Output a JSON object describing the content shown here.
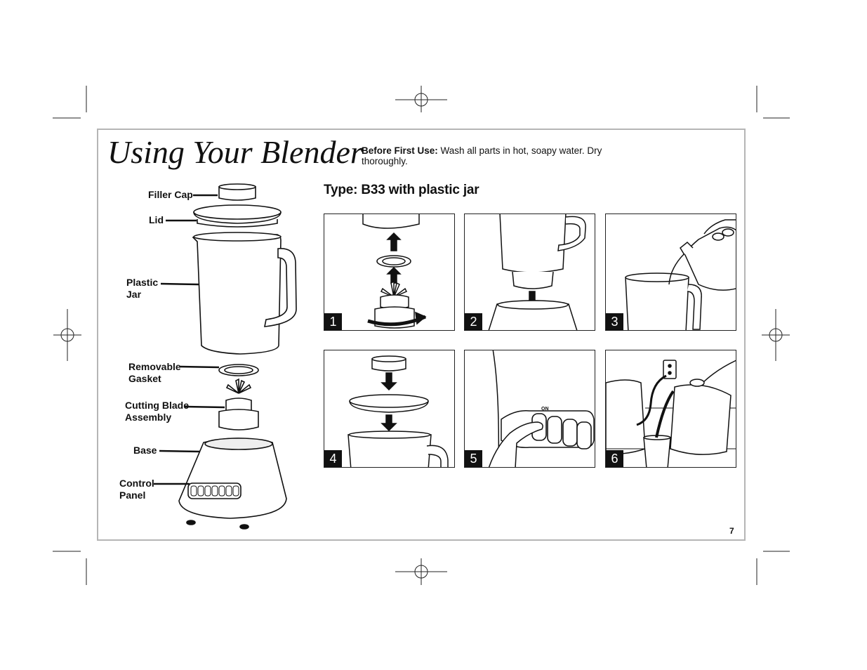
{
  "title": "Using Your Blender",
  "intro": {
    "bold": "Before First Use:",
    "text": " Wash all parts in hot, soapy water. Dry thoroughly."
  },
  "type_heading": "Type: B33 with plastic jar",
  "parts": {
    "filler_cap": "Filler Cap",
    "lid": "Lid",
    "plastic_jar": [
      "Plastic",
      "Jar"
    ],
    "gasket": [
      "Removable",
      "Gasket"
    ],
    "blade": [
      "Cutting Blade",
      "Assembly"
    ],
    "base": "Base",
    "control": [
      "Control",
      "Panel"
    ]
  },
  "steps": [
    "1",
    "2",
    "3",
    "4",
    "5",
    "6"
  ],
  "step5_button_text": "ON",
  "page_number": "7"
}
